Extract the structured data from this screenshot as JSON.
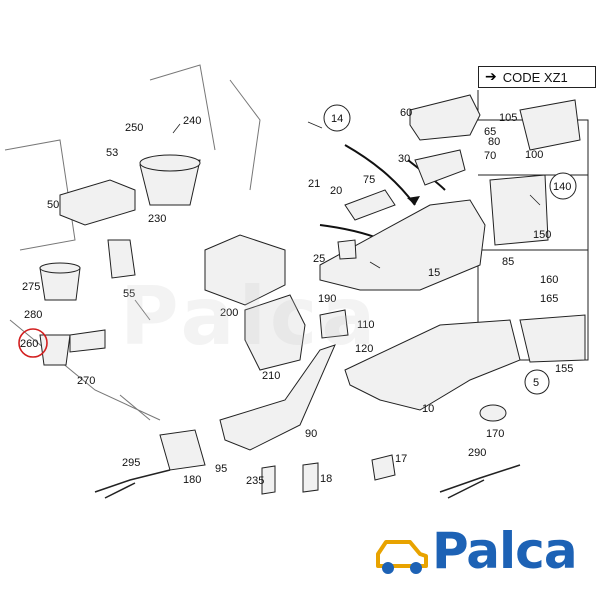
{
  "header": {
    "code_arrow_icon": "right-arrow-icon",
    "code_label": "CODE XZ1"
  },
  "parts": [
    {
      "label": "240"
    },
    {
      "label": "250"
    },
    {
      "label": "53"
    },
    {
      "label": "14"
    },
    {
      "label": "60"
    },
    {
      "label": "105"
    },
    {
      "label": "65"
    },
    {
      "label": "70"
    },
    {
      "label": "80"
    },
    {
      "label": "100"
    },
    {
      "label": "30"
    },
    {
      "label": "50"
    },
    {
      "label": "230"
    },
    {
      "label": "21"
    },
    {
      "label": "20"
    },
    {
      "label": "75"
    },
    {
      "label": "140"
    },
    {
      "label": "150"
    },
    {
      "label": "55"
    },
    {
      "label": "25"
    },
    {
      "label": "85"
    },
    {
      "label": "15"
    },
    {
      "label": "275"
    },
    {
      "label": "160"
    },
    {
      "label": "165"
    },
    {
      "label": "200"
    },
    {
      "label": "190"
    },
    {
      "label": "110"
    },
    {
      "label": "280"
    },
    {
      "label": "260"
    },
    {
      "label": "120"
    },
    {
      "label": "155"
    },
    {
      "label": "270"
    },
    {
      "label": "210"
    },
    {
      "label": "5"
    },
    {
      "label": "10"
    },
    {
      "label": "170"
    },
    {
      "label": "90"
    },
    {
      "label": "95"
    },
    {
      "label": "295"
    },
    {
      "label": "290"
    },
    {
      "label": "17"
    },
    {
      "label": "180"
    },
    {
      "label": "235"
    },
    {
      "label": "18"
    }
  ],
  "highlight": {
    "part": "260",
    "color": "#d21f1f"
  },
  "brand": {
    "name": "Palca",
    "color": "#1d62b5",
    "icon": "car-icon",
    "watermark": "Palca"
  }
}
